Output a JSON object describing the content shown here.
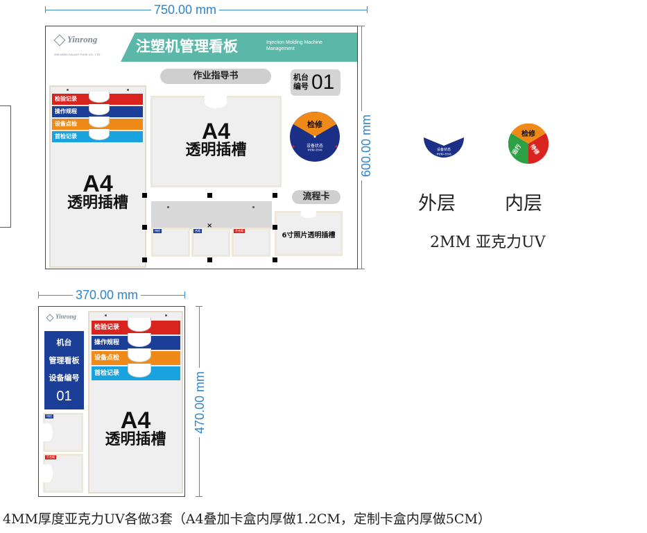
{
  "dims": {
    "top_width": "750.00 mm",
    "top_height": "600.00 mm",
    "bottom_width": "370.00 mm",
    "bottom_height": "470.00 mm"
  },
  "board": {
    "logo": "Yinrong",
    "logo_sub": "ZHEJIANG GALAXY FUSE CO., LTD.",
    "title": "注塑机管理看板",
    "subtitle_line1": "Injection Molding Machine",
    "subtitle_line2": "Management",
    "work_instruction": "作业指导书",
    "machine_label_line1": "机台",
    "machine_label_line2": "编号",
    "machine_number": "01",
    "flow_card": "流程卡",
    "photo_slot": "6寸照片透明插槽",
    "a4_big": "A4",
    "a4_text": "透明插槽",
    "tabs": [
      "检验记录",
      "操作规程",
      "设备点检",
      "首检记录"
    ],
    "small_tabs": [
      "待检",
      "合格",
      "不合格"
    ]
  },
  "dial": {
    "outer_label": "检修",
    "status_label": "设备状态",
    "status_sub": "非管理人员勿动",
    "inner_top": "检修",
    "inner_left": "运行",
    "inner_right": "待修"
  },
  "captions": {
    "outer_layer": "外层",
    "inner_layer": "内层",
    "material": "2MM 亚克力UV",
    "footer": "4MM厚度亚克力UV各做3套（A4叠加卡盒内厚做1.2CM，定制卡盒内厚做5CM）"
  },
  "side_board": {
    "logo": "Yinrong",
    "machine": "机台",
    "management": "管理看板",
    "equipment_no": "设备编号",
    "number": "01",
    "tab_a": "待检",
    "tab_b": "不合格"
  },
  "colors": {
    "teal": "#5bb8a8",
    "navy": "#1b2f86",
    "red": "#d9231f",
    "orange": "#ef8a18",
    "green": "#2ea044",
    "dim_blue": "#2f84c9"
  }
}
